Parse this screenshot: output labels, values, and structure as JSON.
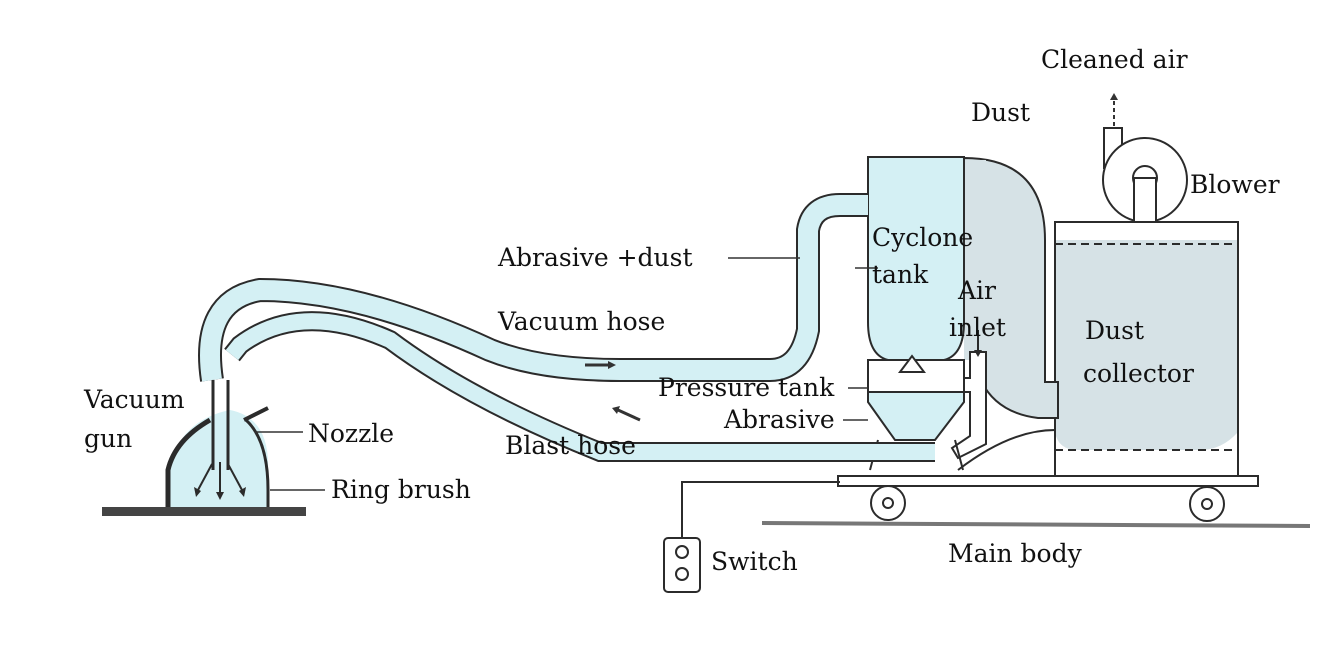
{
  "labels": {
    "cleaned_air": "Cleaned air",
    "dust": "Dust",
    "blower": "Blower",
    "abrasive_dust": "Abrasive +dust",
    "cyclone": "Cyclone",
    "tank": "tank",
    "air": "Air",
    "inlet": "inlet",
    "vacuum_hose": "Vacuum hose",
    "dust_top": "Dust",
    "collector": "collector",
    "pressure_tank": "Pressure tank",
    "abrasive": "Abrasive",
    "vacuum": "Vacuum",
    "gun": "gun",
    "nozzle": "Nozzle",
    "blast_hose": "Blast hose",
    "ring_brush": "Ring brush",
    "switch": "Switch",
    "main_body": "Main body"
  },
  "colors": {
    "hose_fill": "#d4f0f4",
    "dust_fill": "#d6e2e6",
    "outline": "#2b2b2b"
  }
}
